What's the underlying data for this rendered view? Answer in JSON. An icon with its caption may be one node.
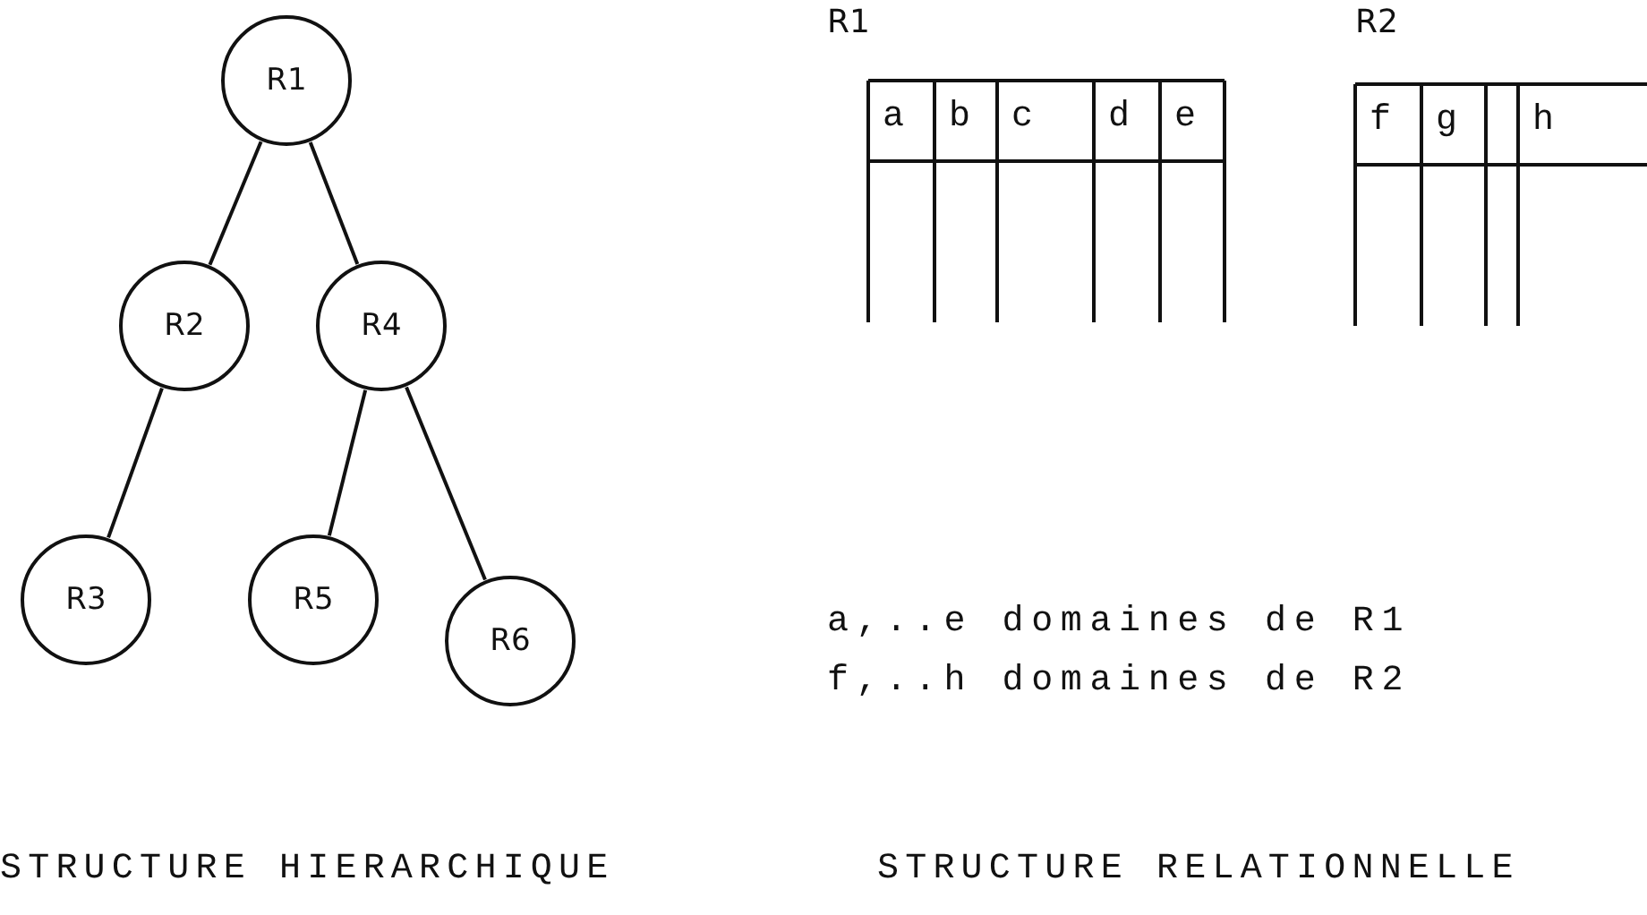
{
  "diagram": {
    "nodes": [
      {
        "text": [
          "R1"
        ]
      },
      {
        "text": [
          "R2"
        ]
      },
      {
        "text": [
          "R3"
        ]
      },
      {
        "text": [
          "R4"
        ]
      },
      {
        "text": [
          "R5"
        ]
      },
      {
        "text": [
          "R6"
        ]
      }
    ],
    "edges": [
      {
        "from": 0,
        "to": 1,
        "arrow": "none"
      },
      {
        "from": 0,
        "to": 3,
        "arrow": "none"
      },
      {
        "from": 1,
        "to": 2,
        "arrow": "none"
      },
      {
        "from": 3,
        "to": 4,
        "arrow": "none"
      },
      {
        "from": 3,
        "to": 5,
        "arrow": "none"
      }
    ],
    "labels": [
      "R1",
      "R2",
      "a",
      "b",
      "c",
      "d",
      "e",
      "f",
      "g",
      "h",
      "a,..e domaines de R1",
      "f,..h domaines de R2",
      "STRUCTURE HIERARCHIQUE",
      "STRUCTURE RELATIONNELLE"
    ]
  }
}
